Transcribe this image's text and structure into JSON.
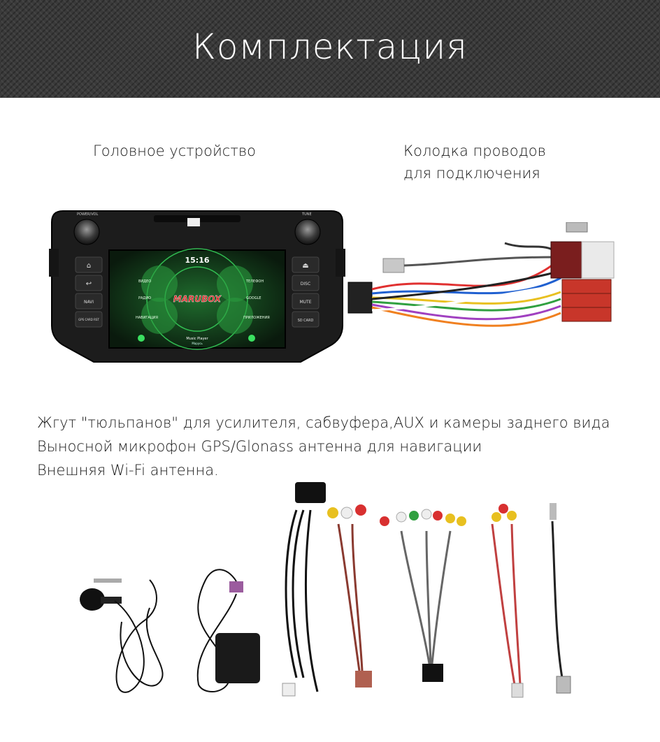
{
  "header": {
    "title": "Комплектация"
  },
  "labels": {
    "head_unit": "Головное устройство",
    "wiring_line1": "Колодка проводов",
    "wiring_line2": "для подключения"
  },
  "kit_list": [
    "Жгут \"тюльпанов\" для усилителя, сабвуфера,AUX и камеры заднего вида",
    "Выносной микрофон GPS/Glonass антенна для навигации",
    "Внешняя Wi-Fi антенна."
  ],
  "head_unit": {
    "brand": "MARUBOX",
    "clock": "15:16",
    "knob_left_label": "POWER/VOL",
    "knob_right_label": "TUNE",
    "left_buttons": [
      "⌂",
      "↩",
      "NAVI",
      "GPS CARD RST"
    ],
    "right_buttons": [
      "⏏",
      "DISC",
      "MUTE",
      "SD CARD"
    ],
    "menu_left": [
      "ВИДЕО",
      "РАДИО",
      "НАВИГАЦИЯ"
    ],
    "menu_right": [
      "ТЕЛЕФОН",
      "GOOGLE",
      "ПРИЛОЖЕНИЯ"
    ],
    "player_line1": "Music Player",
    "player_line2": "Марусь"
  },
  "colors": {
    "header_bg": "#3a3a3a",
    "screen_green": "#2fd85a",
    "brand_red": "#d62020"
  }
}
